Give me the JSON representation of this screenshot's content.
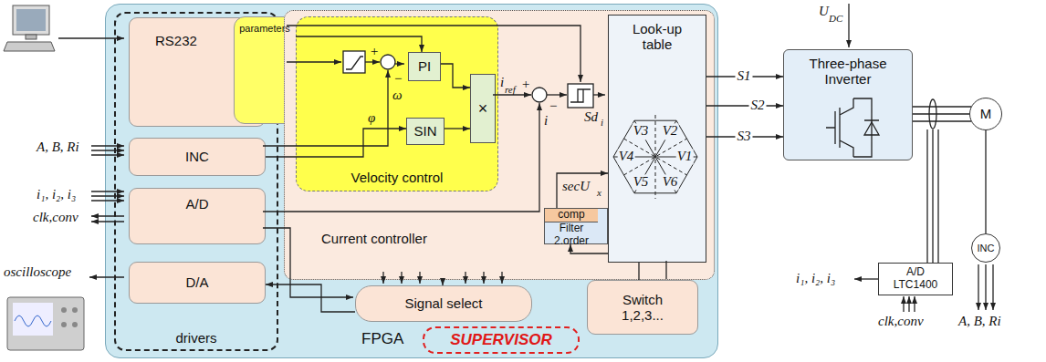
{
  "diagram": {
    "nodes": [
      {
        "text": [
          "FPGA"
        ]
      },
      {
        "text": [
          "drivers"
        ],
        "in": 0
      },
      {
        "text": [
          "RS232"
        ],
        "in": 1
      },
      {
        "text": [
          "parameters"
        ],
        "in": 2
      },
      {
        "text": [
          "INC"
        ],
        "in": 1
      },
      {
        "text": [
          "A/D"
        ],
        "in": 1
      },
      {
        "text": [
          "D/A"
        ],
        "in": 1
      },
      {
        "text": [
          "Current controller"
        ],
        "in": 0
      },
      {
        "text": [
          "Velocity control"
        ],
        "in": 7
      },
      {
        "text": [
          "PI"
        ],
        "in": 8
      },
      {
        "text": [
          "SIN"
        ],
        "in": 8
      },
      {
        "text": [
          "×"
        ],
        "in": 8
      },
      {
        "text": [
          "Look-up table"
        ],
        "in": 7
      },
      {
        "text": [
          "comp",
          "Filter 2.order"
        ],
        "in": 7
      },
      {
        "text": [
          "Signal select"
        ],
        "in": 0
      },
      {
        "text": [
          "Switch 1,2,3..."
        ],
        "in": 0
      },
      {
        "text": [
          "SUPERVISOR"
        ],
        "in": 0
      },
      {
        "text": [
          "Three-phase Inverter"
        ]
      },
      {
        "text": [
          "A/D LTC1400"
        ]
      },
      {
        "text": [
          "M"
        ]
      },
      {
        "text": [
          "INC"
        ]
      }
    ],
    "edges": [
      {
        "from": 3,
        "to": 9,
        "arrow": "to"
      },
      {
        "from": 4,
        "to": 10,
        "arrow": "to"
      },
      {
        "from": 14,
        "to": 6,
        "arrow": "to"
      },
      {
        "from": 12,
        "to": 17,
        "arrow": "to",
        "label": "S1"
      },
      {
        "from": 12,
        "to": 17,
        "arrow": "to",
        "label": "S2"
      },
      {
        "from": 12,
        "to": 17,
        "arrow": "to",
        "label": "S3"
      },
      {
        "from": 12,
        "to": 13,
        "arrow": "to"
      },
      {
        "from": 13,
        "to": 12,
        "arrow": "to"
      },
      {
        "from": 15,
        "to": 12,
        "arrow": "none"
      },
      {
        "from": 7,
        "to": 14,
        "arrow": "to"
      },
      {
        "from": 17,
        "to": 19,
        "arrow": "none"
      },
      {
        "from": 19,
        "to": 20,
        "arrow": "none"
      },
      {
        "from": 9,
        "to": 11,
        "arrow": "to"
      },
      {
        "from": 10,
        "to": 11,
        "arrow": "to"
      }
    ],
    "labels": [
      "A, B, Ri",
      "i₁, i₂, i₃",
      "clk,conv",
      "oscilloscope",
      "+",
      "−",
      "ω",
      "φ",
      "i",
      "ref",
      "+",
      "−",
      "i",
      "Sd",
      "i",
      "secU",
      "x",
      "V1",
      "V2",
      "V3",
      "V4",
      "V5",
      "V6",
      "U",
      "DC",
      "i₁, i₂, i₃",
      "clk,conv",
      "A, B, Ri"
    ]
  }
}
